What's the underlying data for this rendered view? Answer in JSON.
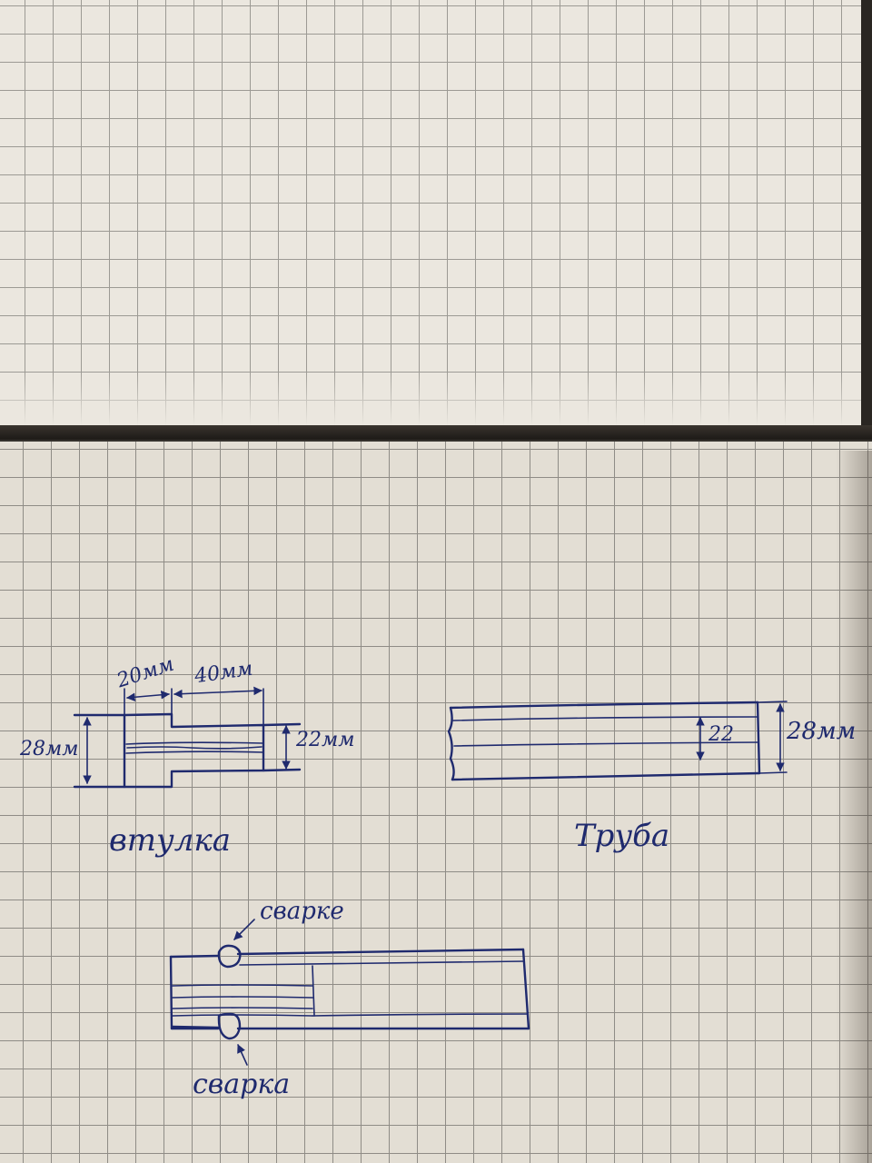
{
  "notebook": {
    "colors": {
      "paper": "#e3ded4",
      "grid": "#8f8c86",
      "ink": "#1f2a6e"
    }
  },
  "bushing": {
    "name": "втулка",
    "dim_short": "20мм",
    "dim_long": "40мм",
    "dim_outer": "28мм",
    "dim_inner": "22мм"
  },
  "tube": {
    "name": "Труба",
    "dim_inner": "22",
    "dim_outer": "28мм"
  },
  "assembly": {
    "weld_top": "сварке",
    "weld_bottom": "сварка"
  }
}
